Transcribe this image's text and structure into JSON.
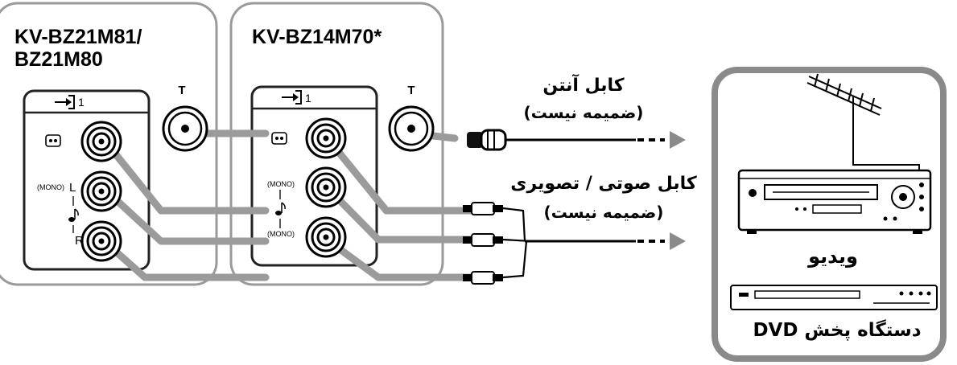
{
  "tv_left": {
    "model_line1": "KV-BZ21M81/",
    "model_line2": "BZ21M80",
    "terminal_label": "T",
    "input_number": "1",
    "mono_label": "(MONO)",
    "left_label": "L",
    "right_label": "R"
  },
  "tv_right": {
    "model": "KV-BZ14M70*",
    "terminal_label": "T",
    "input_number": "1",
    "mono_label_top": "(MONO)",
    "mono_label_bottom": "(MONO)"
  },
  "cables": {
    "antenna_line1": "کابل آنتن",
    "antenna_line2": "(ضمیمه نیست)",
    "av_line1": "کابل صوتی / تصویری",
    "av_line2": "(ضمیمه نیست)"
  },
  "devices": {
    "vcr_label": "ویدیو",
    "dvd_label": "دستگاه پخش DVD"
  },
  "icons": {
    "antenna": "antenna-icon",
    "input": "input-icon",
    "video": "video-jack-icon",
    "audio": "audio-note-icon",
    "arrow": "arrow-right-icon"
  }
}
